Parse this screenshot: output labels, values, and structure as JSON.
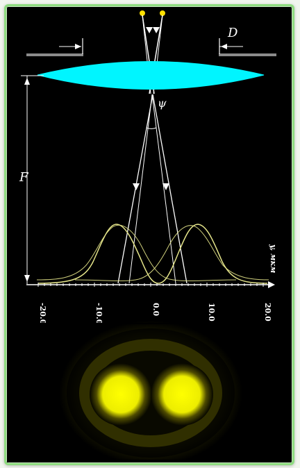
{
  "labels": {
    "aperture": "D",
    "focal": "F",
    "angle": "ψ",
    "axis_title": "y, мкм"
  },
  "axis": {
    "ticks": [
      "-20.0",
      "-10.0",
      "0.0",
      "10.0",
      "20.0"
    ]
  },
  "colors": {
    "background": "#000000",
    "lens": "#00f5ff",
    "curve": "#e5e58a",
    "stop": "#8b8b8b",
    "spots": "#f3f100"
  }
}
